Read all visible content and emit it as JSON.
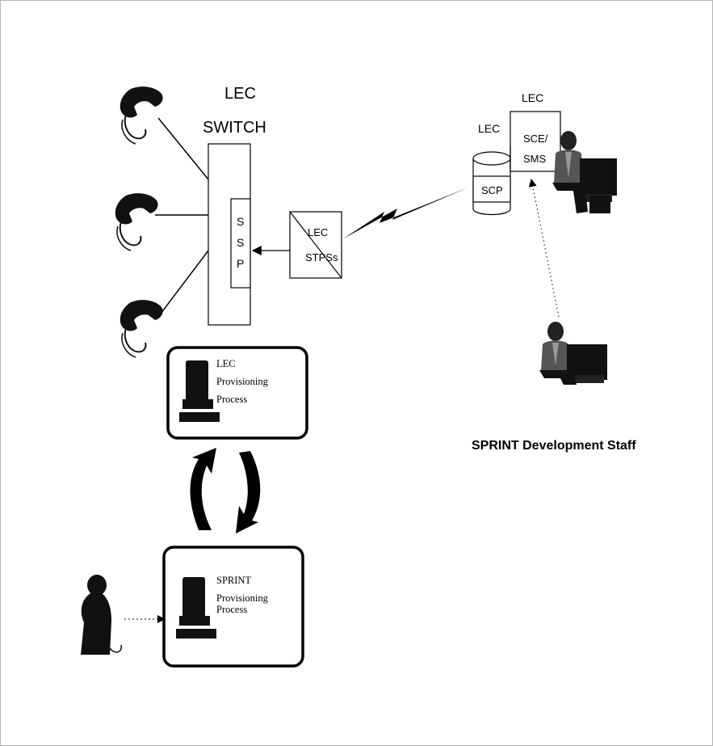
{
  "switch": {
    "title_line1": "LEC",
    "title_line2": "SWITCH",
    "ssp_letters": [
      "S",
      "S",
      "P"
    ]
  },
  "stp": {
    "line1": "LEC",
    "line2": "STPSs"
  },
  "scp": {
    "lec_label": "LEC",
    "label": "SCP"
  },
  "sce_sms": {
    "top_label": "LEC",
    "line1": "SCE/",
    "line2": "SMS"
  },
  "lec_provisioning": {
    "line1": "LEC",
    "line2": "Provisioning",
    "line3": "Process"
  },
  "sprint_provisioning": {
    "line1": "SPRINT",
    "line2": "Provisioning",
    "line3": "Process"
  },
  "staff_label": "SPRINT  Development Staff",
  "icons": [
    "telephone-icon",
    "workstation-icon",
    "database-icon",
    "person-at-computer-icon",
    "person-on-phone-icon"
  ]
}
